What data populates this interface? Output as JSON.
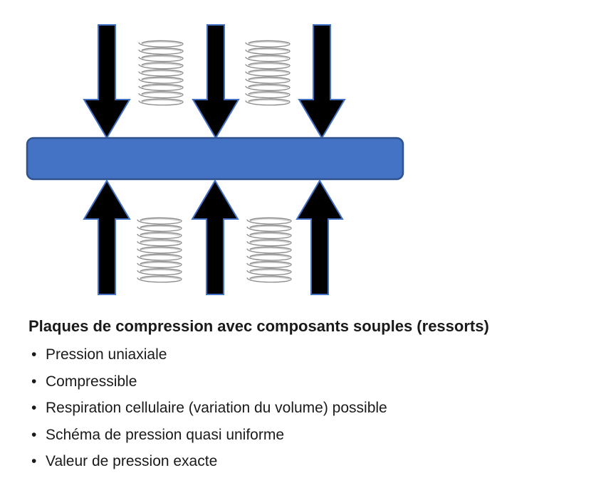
{
  "diagram": {
    "plate_color": "#4472C4",
    "plate_border_color": "#2F528F",
    "arrow_color": "#000000",
    "arrow_outline_color": "#4472C4",
    "spring_color": "#888888",
    "icons": {
      "arrow_down": "arrow-down-icon",
      "arrow_up": "arrow-up-icon",
      "spring": "spring-icon"
    }
  },
  "caption": {
    "title": "Plaques de compression avec composants souples (ressorts)",
    "bullet_marker": "•",
    "bullets": [
      "Pression uniaxiale",
      "Compressible",
      "Respiration cellulaire (variation du volume) possible",
      "Schéma de pression quasi uniforme",
      "Valeur de pression exacte"
    ]
  }
}
